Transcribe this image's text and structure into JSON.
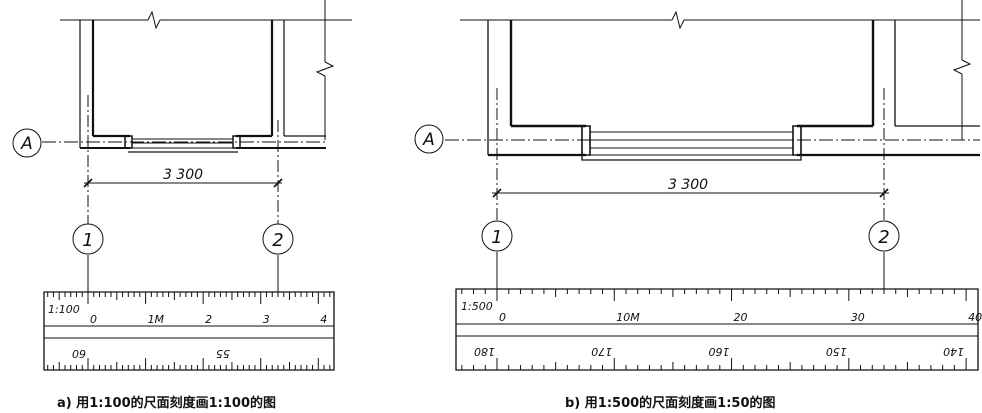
{
  "diagrams": [
    {
      "axis_label": "A",
      "grid_left": "1",
      "grid_right": "2",
      "dimension": "3 300",
      "ruler_scale_label": "1:100",
      "ruler_top_labels": [
        {
          "text": "0",
          "mm": 0
        },
        {
          "text": "1M",
          "mm": 10
        },
        {
          "text": "2",
          "mm": 20
        },
        {
          "text": "3",
          "mm": 30
        },
        {
          "text": "4",
          "mm": 40
        }
      ],
      "ruler_bottom_labels": [
        {
          "text": "60",
          "mm": 0
        },
        {
          "text": "55",
          "mm": 25
        }
      ],
      "caption": "a) 用1:100的尺面刻度画1:100的图"
    },
    {
      "axis_label": "A",
      "grid_left": "1",
      "grid_right": "2",
      "dimension": "3 300",
      "ruler_scale_label": "1:500",
      "ruler_top_labels": [
        {
          "text": "0",
          "mm": 0
        },
        {
          "text": "10M",
          "mm": 10
        },
        {
          "text": "20",
          "mm": 20
        },
        {
          "text": "30",
          "mm": 30
        },
        {
          "text": "40",
          "mm": 40
        }
      ],
      "ruler_bottom_labels": [
        {
          "text": "180",
          "mm": 0
        },
        {
          "text": "170",
          "mm": 10
        },
        {
          "text": "160",
          "mm": 20
        },
        {
          "text": "150",
          "mm": 30
        },
        {
          "text": "140",
          "mm": 40
        }
      ],
      "caption": "b) 用1:500的尺面刻度画1:50的图"
    }
  ]
}
